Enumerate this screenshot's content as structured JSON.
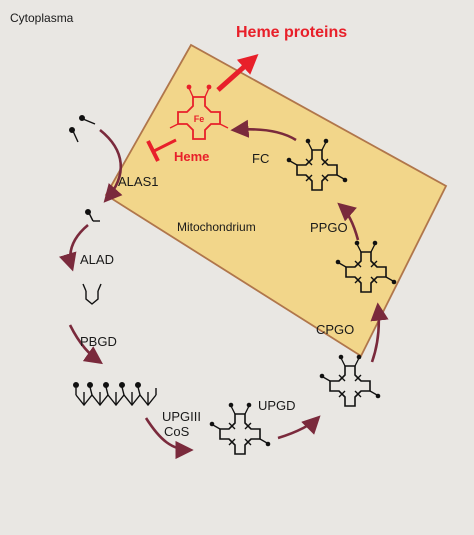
{
  "labels": {
    "compartment_cytoplasm": "Cytoplasma",
    "compartment_mitochondrium": "Mitochondrium",
    "heme_proteins": "Heme proteins",
    "heme": "Heme",
    "iron": "Fe"
  },
  "enzymes": [
    "ALAS1",
    "ALAD",
    "PBGD",
    "UPGIII",
    "CoS",
    "UPGD",
    "CPGO",
    "PPGO",
    "FC"
  ],
  "colors": {
    "background": "#e9e7e3",
    "mitochondrium_fill": "#f3d27a",
    "mitochondrium_stroke": "#b0764b",
    "pathway_arrow": "#7a2a3c",
    "heme_red": "#e8202a",
    "molecule_stroke": "#111111"
  }
}
